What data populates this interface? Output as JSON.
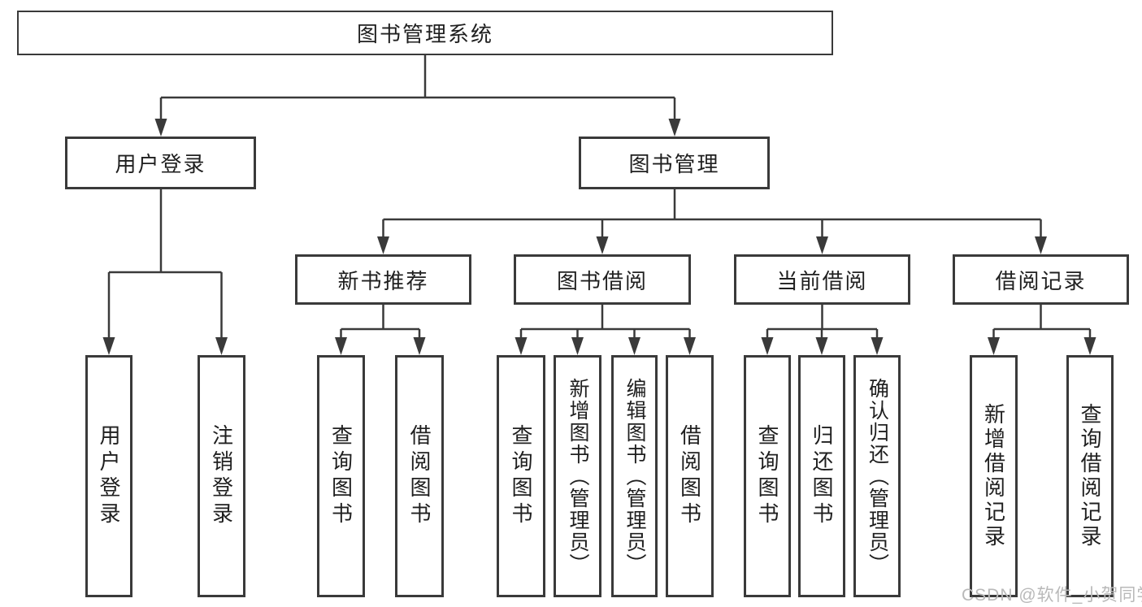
{
  "tree": {
    "root": "图书管理系统",
    "branches": [
      {
        "label": "用户登录",
        "children": [
          "用户登录",
          "注销登录"
        ]
      },
      {
        "label": "图书管理",
        "sections": [
          {
            "label": "新书推荐",
            "children": [
              "查询图书",
              "借阅图书"
            ]
          },
          {
            "label": "图书借阅",
            "children": [
              "查询图书",
              "新增图书（管理员）",
              "编辑图书（管理员）",
              "借阅图书"
            ]
          },
          {
            "label": "当前借阅",
            "children": [
              "查询图书",
              "归还图书",
              "确认归还（管理员）"
            ]
          },
          {
            "label": "借阅记录",
            "children": [
              "新增借阅记录",
              "查询借阅记录"
            ]
          }
        ]
      }
    ]
  },
  "watermark": "CSDN @软件_小贺同学",
  "colors": {
    "line": "#3a3a3a",
    "box_border": "#3a3a3a",
    "text": "#1f1f1f",
    "background": "#ffffff",
    "watermark": "#b9b9b9"
  }
}
